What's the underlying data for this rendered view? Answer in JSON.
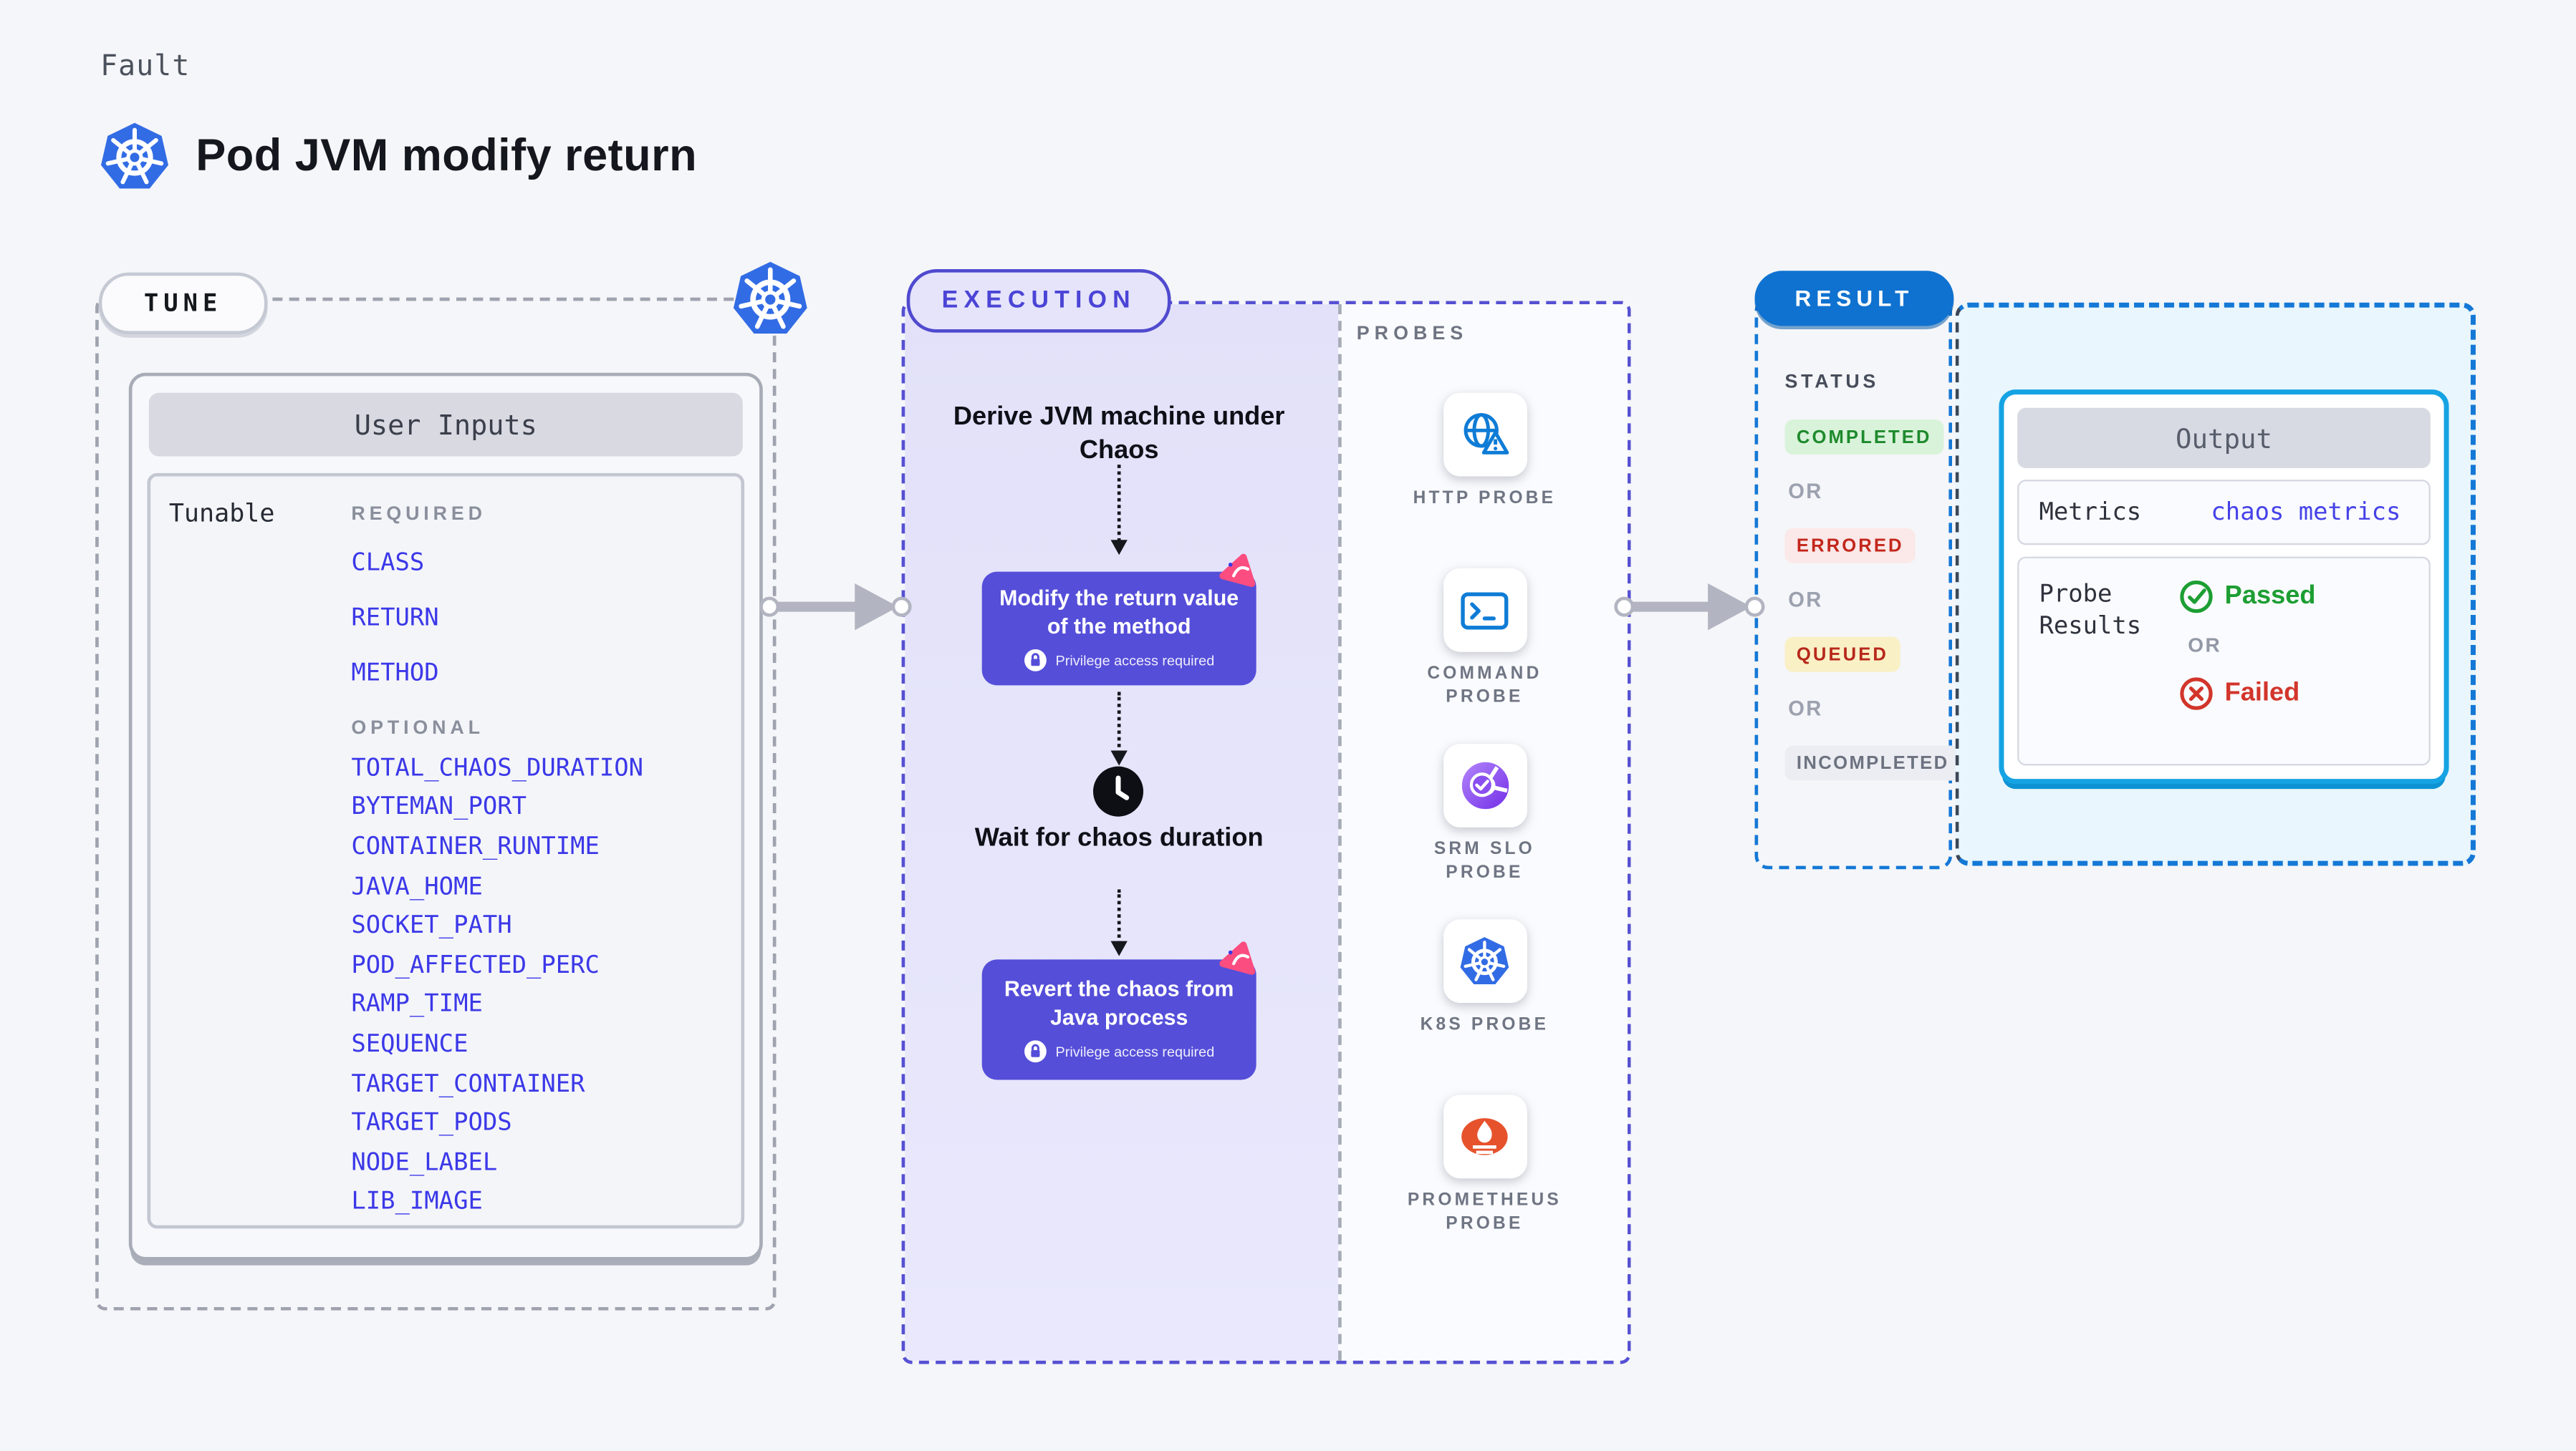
{
  "header": {
    "kicker": "Fault",
    "title": "Pod JVM modify return"
  },
  "tune": {
    "badge": "TUNE",
    "card_title": "User Inputs",
    "row_label": "Tunable",
    "required_label": "REQUIRED",
    "required_items": [
      "CLASS",
      "RETURN",
      "METHOD"
    ],
    "optional_label": "OPTIONAL",
    "optional_items": [
      "TOTAL_CHAOS_DURATION",
      "BYTEMAN_PORT",
      "CONTAINER_RUNTIME",
      "JAVA_HOME",
      "SOCKET_PATH",
      "POD_AFFECTED_PERC",
      "RAMP_TIME",
      "SEQUENCE",
      "TARGET_CONTAINER",
      "TARGET_PODS",
      "NODE_LABEL",
      "LIB_IMAGE"
    ]
  },
  "execution": {
    "badge": "EXECUTION",
    "step_derive": "Derive JVM machine under Chaos",
    "step_modify": "Modify the return value of the method",
    "step_wait": "Wait for chaos duration",
    "step_revert": "Revert the chaos from Java process",
    "privilege_note": "Privilege access required"
  },
  "probes": {
    "label": "PROBES",
    "items": [
      "HTTP PROBE",
      "COMMAND PROBE",
      "SRM SLO PROBE",
      "K8S PROBE",
      "PROMETHEUS PROBE"
    ]
  },
  "result": {
    "badge": "RESULT",
    "status_label": "STATUS",
    "or_label": "OR",
    "statuses": [
      "COMPLETED",
      "ERRORED",
      "QUEUED",
      "INCOMPLETED"
    ],
    "output": {
      "title": "Output",
      "metrics_label": "Metrics",
      "metrics_value": "chaos metrics",
      "probe_results_label": "Probe Results",
      "passed_label": "Passed",
      "or_label": "OR",
      "failed_label": "Failed"
    }
  },
  "colors": {
    "page_bg": "#F5F6F9",
    "k8s_blue": "#326CE5",
    "param_link_blue": "#3B38E8",
    "execution_purple": "#554ED9",
    "execution_area": "#E4E3FA",
    "litmus_pink": "#FB4D80",
    "probe_icon_blue": "#0E7CD6",
    "srm_purple": "#7C3BEA",
    "prometheus_orange": "#E6522C",
    "result_blue": "#0F72D0",
    "output_cyan": "#16A3E3",
    "completed_green": "#1E8A2D",
    "errored_red": "#C3271C",
    "queued_red": "#B7281B",
    "incompleted_gray": "#6C7280",
    "passed_green": "#1D9E33",
    "failed_red": "#D2352B"
  }
}
